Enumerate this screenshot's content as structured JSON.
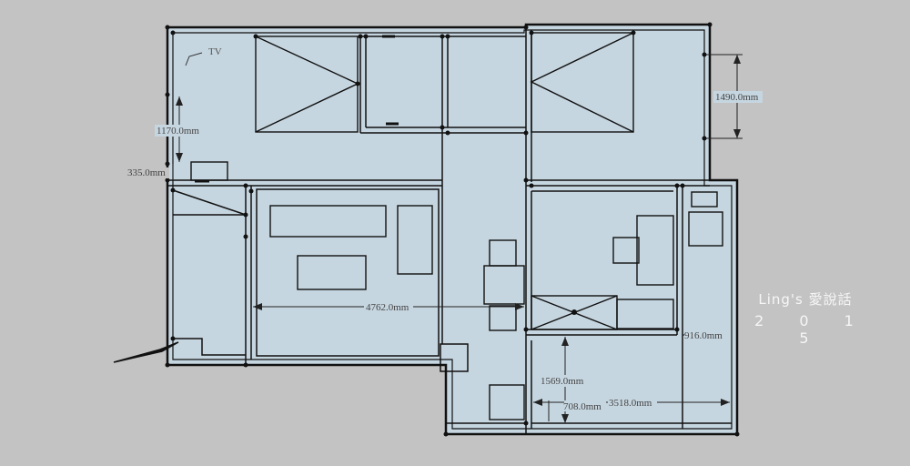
{
  "labels": {
    "tv": "TV"
  },
  "dimensions": {
    "d1490": "1490.0mm",
    "d1170": "1170.0mm",
    "d335": "335.0mm",
    "d4762": "4762.0mm",
    "d916": "916.0mm",
    "d1569": "1569.0mm",
    "d708": "708.0mm",
    "d3518": "3518.0mm"
  },
  "watermark": {
    "name": "Ling's 愛說話",
    "year": "2 0 1 5"
  },
  "colors": {
    "background": "#c3c3c3",
    "floor": "#c6d6e0",
    "line": "#111111"
  }
}
